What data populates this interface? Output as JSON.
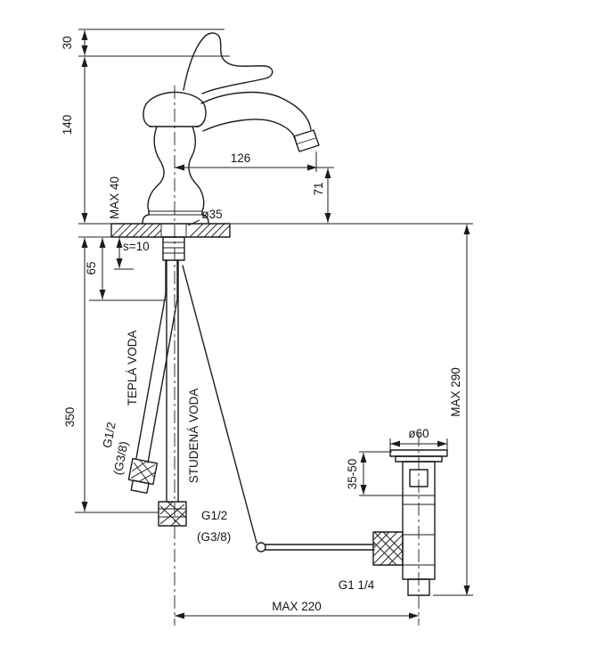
{
  "page": {
    "background": "#ffffff",
    "line_color": "#1c1c1c"
  },
  "labels": {
    "dim_30": "30",
    "dim_140": "140",
    "dim_max40": "MAX 40",
    "dim_s10": "s=10",
    "dim_65": "65",
    "dim_350": "350",
    "dim_126": "126",
    "dim_71": "71",
    "dim_dia35": "ø35",
    "hot_water": "TEPLÁ VODA",
    "cold_water": "STUDENÁ VODA",
    "hot_thread": "G1/2",
    "hot_thread_alt": "(G3/8)",
    "cold_thread": "G1/2",
    "cold_thread_alt": "(G3/8)",
    "dim_dia60": "ø60",
    "dim_35_50": "35-50",
    "dim_max290": "MAX 290",
    "drain_thread": "G1 1/4",
    "dim_max220": "MAX 220"
  }
}
